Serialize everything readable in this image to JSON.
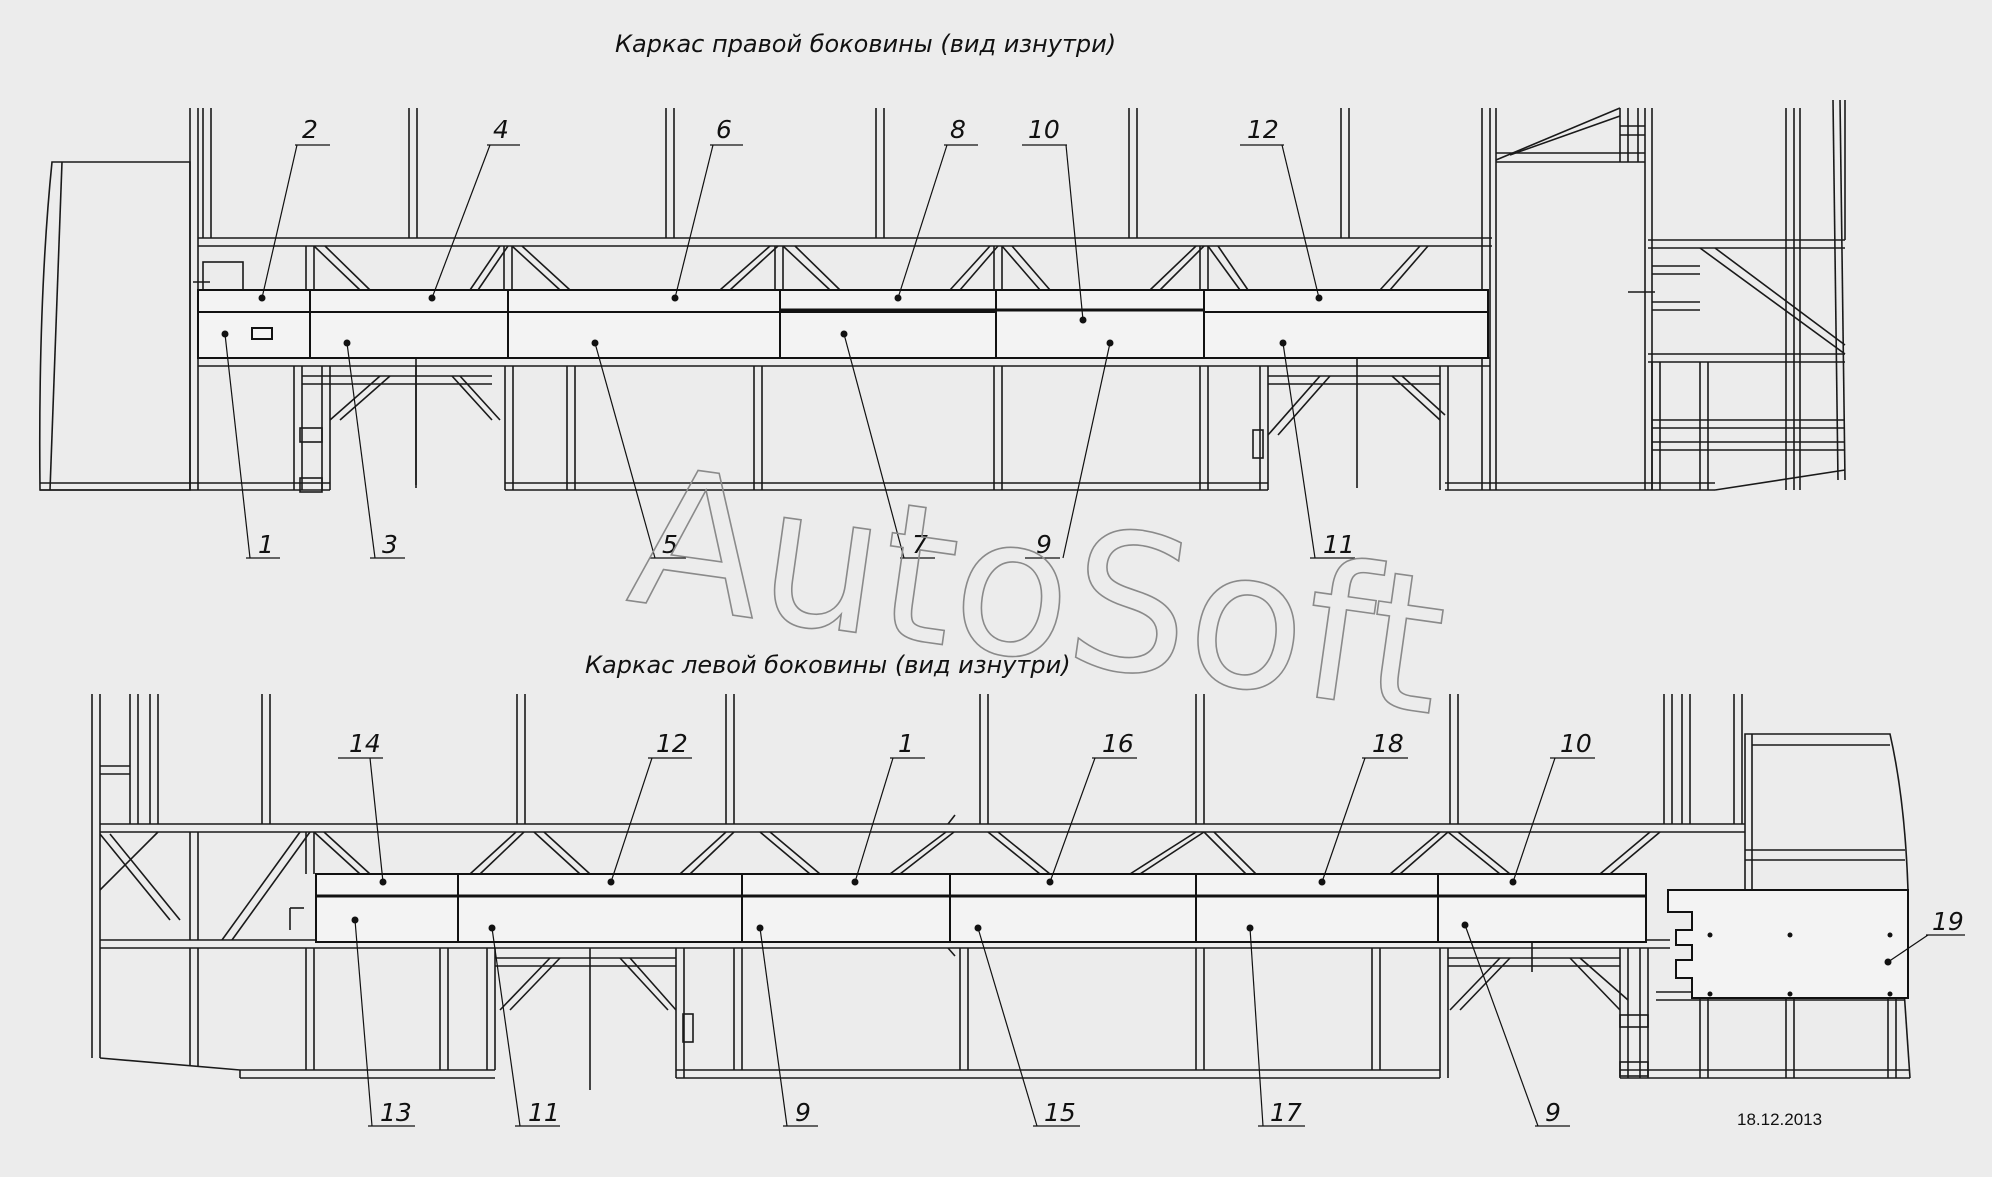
{
  "titles": {
    "right": "Каркас правой боковины (вид изнутри)",
    "left": "Каркас левой боковины (вид изнутри)"
  },
  "watermark": "AutoSoft",
  "date": "18.12.2013",
  "callouts": {
    "right_top": [
      "2",
      "4",
      "6",
      "8",
      "10",
      "12"
    ],
    "right_bottom": [
      "1",
      "3",
      "5",
      "7",
      "9",
      "11"
    ],
    "left_top": [
      "14",
      "12",
      "1",
      "16",
      "18",
      "10"
    ],
    "left_bottom": [
      "13",
      "11",
      "9",
      "15",
      "17",
      "9"
    ],
    "left_side": "19"
  }
}
